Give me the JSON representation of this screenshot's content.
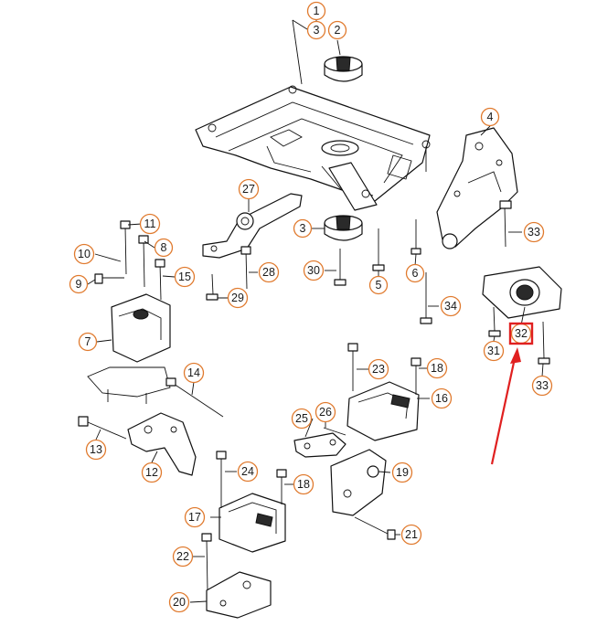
{
  "diagram": {
    "callouts": [
      {
        "id": "c1",
        "label": "1"
      },
      {
        "id": "c3a",
        "label": "3"
      },
      {
        "id": "c2",
        "label": "2"
      },
      {
        "id": "c4",
        "label": "4"
      },
      {
        "id": "c27",
        "label": "27"
      },
      {
        "id": "c11",
        "label": "11"
      },
      {
        "id": "c8",
        "label": "8"
      },
      {
        "id": "c10",
        "label": "10"
      },
      {
        "id": "c15",
        "label": "15"
      },
      {
        "id": "c9",
        "label": "9"
      },
      {
        "id": "c3b",
        "label": "3"
      },
      {
        "id": "c28",
        "label": "28"
      },
      {
        "id": "c29",
        "label": "29"
      },
      {
        "id": "c30",
        "label": "30"
      },
      {
        "id": "c5",
        "label": "5"
      },
      {
        "id": "c6",
        "label": "6"
      },
      {
        "id": "c34",
        "label": "34"
      },
      {
        "id": "c33a",
        "label": "33"
      },
      {
        "id": "c7",
        "label": "7"
      },
      {
        "id": "c31",
        "label": "31"
      },
      {
        "id": "c32",
        "label": "32"
      },
      {
        "id": "c33b",
        "label": "33"
      },
      {
        "id": "c23",
        "label": "23"
      },
      {
        "id": "c18a",
        "label": "18"
      },
      {
        "id": "c14",
        "label": "14"
      },
      {
        "id": "c16",
        "label": "16"
      },
      {
        "id": "c13",
        "label": "13"
      },
      {
        "id": "c26",
        "label": "26"
      },
      {
        "id": "c25",
        "label": "25"
      },
      {
        "id": "c12",
        "label": "12"
      },
      {
        "id": "c24",
        "label": "24"
      },
      {
        "id": "c19",
        "label": "19"
      },
      {
        "id": "c18b",
        "label": "18"
      },
      {
        "id": "c17",
        "label": "17"
      },
      {
        "id": "c21",
        "label": "21"
      },
      {
        "id": "c22",
        "label": "22"
      },
      {
        "id": "c20",
        "label": "20"
      }
    ],
    "highlighted_callout": "c32",
    "colors": {
      "callout_ring": "#e07a2e",
      "callout_text": "#1a1a1a",
      "highlight_box": "#e02020",
      "arrow": "#e02020",
      "line_art": "#111111"
    }
  }
}
